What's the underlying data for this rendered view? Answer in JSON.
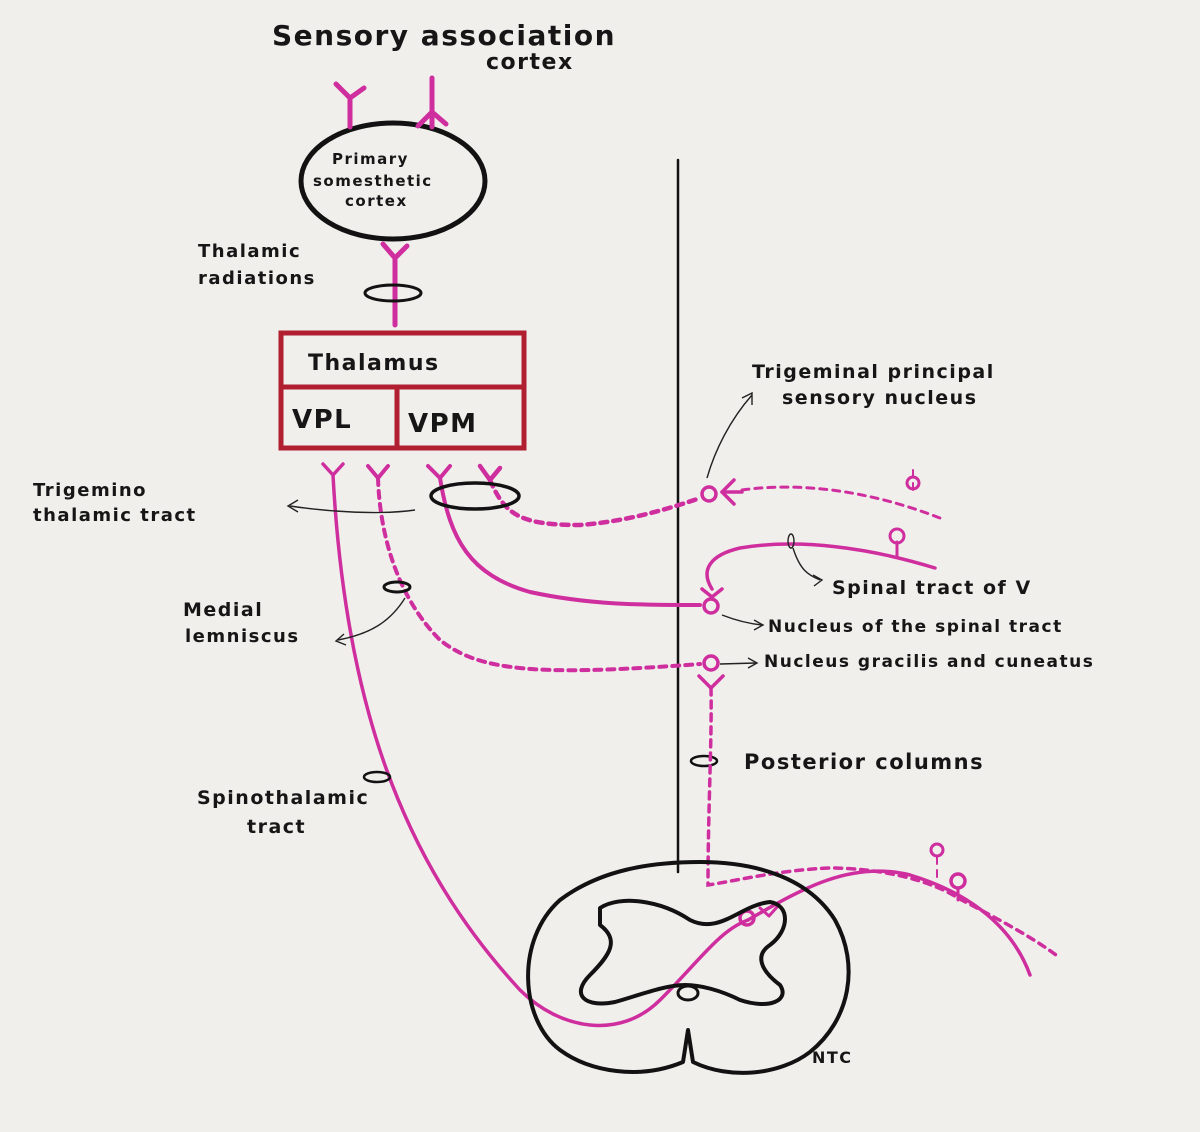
{
  "labels": {
    "sensory_association_cortex_1": "Sensory association",
    "sensory_association_cortex_2": "cortex",
    "primary_cortex_1": "Primary",
    "primary_cortex_2": "somesthetic",
    "primary_cortex_3": "cortex",
    "thalamic_radiations_1": "Thalamic",
    "thalamic_radiations_2": "radiations",
    "thalamus": "Thalamus",
    "vpl": "VPL",
    "vpm": "VPM",
    "trigemino_1": "Trigemino",
    "trigemino_2": "thalamic tract",
    "medial_lemniscus_1": "Medial",
    "medial_lemniscus_2": "lemniscus",
    "spinothalamic_1": "Spinothalamic",
    "spinothalamic_2": "tract",
    "trigeminal_principal_1": "Trigeminal principal",
    "trigeminal_principal_2": "sensory nucleus",
    "spinal_tract_v": "Spinal tract of V",
    "nucleus_spinal_tract": "Nucleus of the spinal tract",
    "nucleus_gracilis": "Nucleus gracilis and cuneatus",
    "posterior_columns": "Posterior columns",
    "credit": "NTC"
  },
  "colors": {
    "ink": "#121212",
    "pathway": "#cf2f9e",
    "thalamus": "#b01e2f",
    "paper": "#f1efec"
  }
}
